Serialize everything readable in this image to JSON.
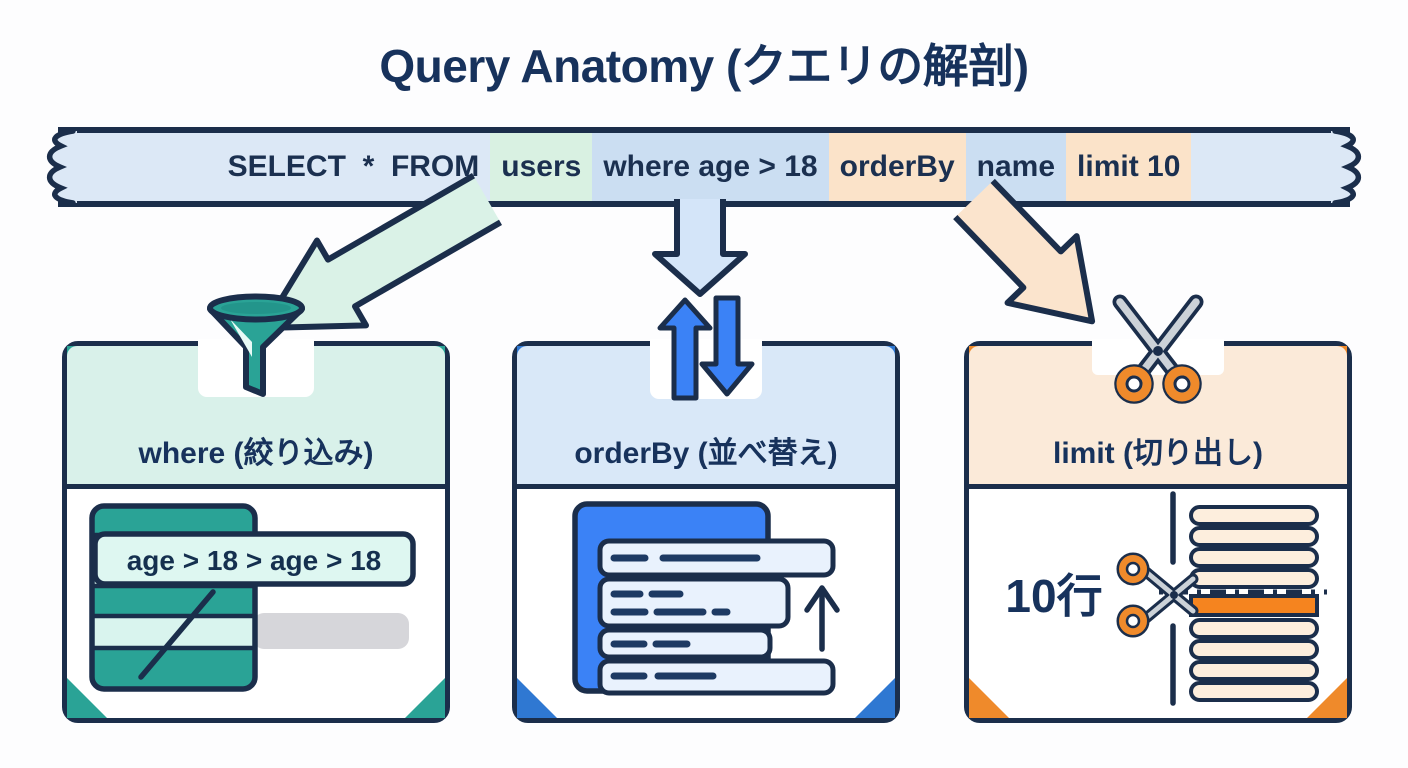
{
  "title": "Query Anatomy (クエリの解剖)",
  "banner": {
    "sql_tokens": [
      {
        "text": "SELECT  *  FROM",
        "highlight": "plain"
      },
      {
        "text": "users",
        "highlight": "mint"
      },
      {
        "text": "where age > 18",
        "highlight": "blue"
      },
      {
        "text": "orderBy",
        "highlight": "peach"
      },
      {
        "text": "name",
        "highlight": "blue"
      },
      {
        "text": "limit 10",
        "highlight": "peach"
      }
    ]
  },
  "cards": [
    {
      "id": "where",
      "title": "where (絞り込み)",
      "icon": "funnel-icon",
      "accent_color": "#2aa396",
      "header_bg": "#d9f1ea",
      "illustration": {
        "filter_bar_label": "age > 18  >  age > 18"
      }
    },
    {
      "id": "orderBy",
      "title": "orderBy (並べ替え)",
      "icon": "sort-arrows-icon",
      "accent_color": "#2f78d2",
      "header_bg": "#d9e8f8",
      "illustration": {}
    },
    {
      "id": "limit",
      "title": "limit (切り出し)",
      "icon": "scissors-icon",
      "accent_color": "#ef8a2b",
      "header_bg": "#fbead9",
      "illustration": {
        "row_count_label": "10行"
      }
    }
  ],
  "colors": {
    "navy_outline": "#1b2e4b",
    "text_navy": "#17325c",
    "banner_bg": "#dce8f6",
    "highlight_mint": "#d9f1e2",
    "highlight_blue": "#cbdef2",
    "highlight_peach": "#fbe3c9",
    "teal": "#2aa396",
    "blue": "#3b82f6",
    "orange": "#ef8a2b",
    "row_peach": "#fdeedd",
    "row_orange": "#f5841f",
    "gray_bar": "#d6d6da",
    "arrow_mint": "#daf2e7",
    "arrow_blue": "#d4e5f9",
    "arrow_peach": "#fbe4cd"
  }
}
